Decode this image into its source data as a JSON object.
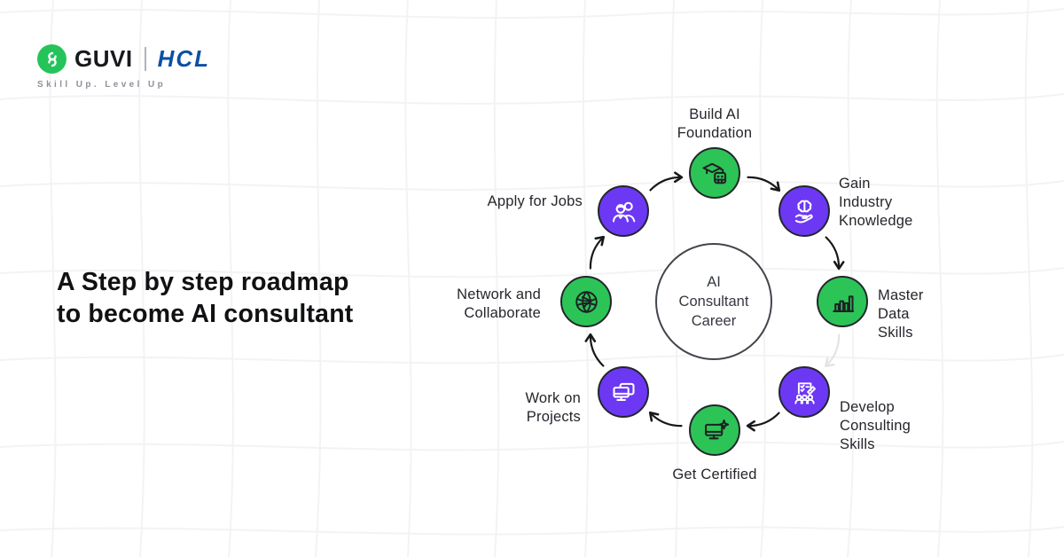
{
  "header": {
    "brand": {
      "guvi_label": "GUVI",
      "hcl_label": "HCL",
      "tagline": "Skill Up. Level Up",
      "guvi_green": "#24c45a",
      "hcl_blue": "#0d4fa4"
    }
  },
  "title": "A Step by step roadmap\nto become AI consultant",
  "diagram": {
    "center_label": "AI\nConsultant\nCareer",
    "colors": {
      "green": "#2cc457",
      "purple": "#6c38f4",
      "node_border": "#23262c",
      "arrow": "#17181a",
      "faint_arrow": "#e4e4e6",
      "icon_on_green": "#1e2126",
      "icon_on_purple": "#ffffff"
    },
    "steps": [
      {
        "label": "Build AI\nFoundation",
        "icon": "graduation-cap-robot-icon",
        "color": "green"
      },
      {
        "label": "Gain Industry\nKnowledge",
        "icon": "hand-brain-icon",
        "color": "purple"
      },
      {
        "label": "Master Data\nSkills",
        "icon": "bar-chart-icon",
        "color": "green"
      },
      {
        "label": "Develop\nConsulting\nSkills",
        "icon": "checklist-team-icon",
        "color": "purple"
      },
      {
        "label": "Get Certified",
        "icon": "monitor-sparkle-icon",
        "color": "green"
      },
      {
        "label": "Work on\nProjects",
        "icon": "stacked-monitors-icon",
        "color": "purple"
      },
      {
        "label": "Network and\nCollaborate",
        "icon": "globe-network-icon",
        "color": "green"
      },
      {
        "label": "Apply for Jobs",
        "icon": "two-people-icon",
        "color": "purple"
      }
    ]
  }
}
